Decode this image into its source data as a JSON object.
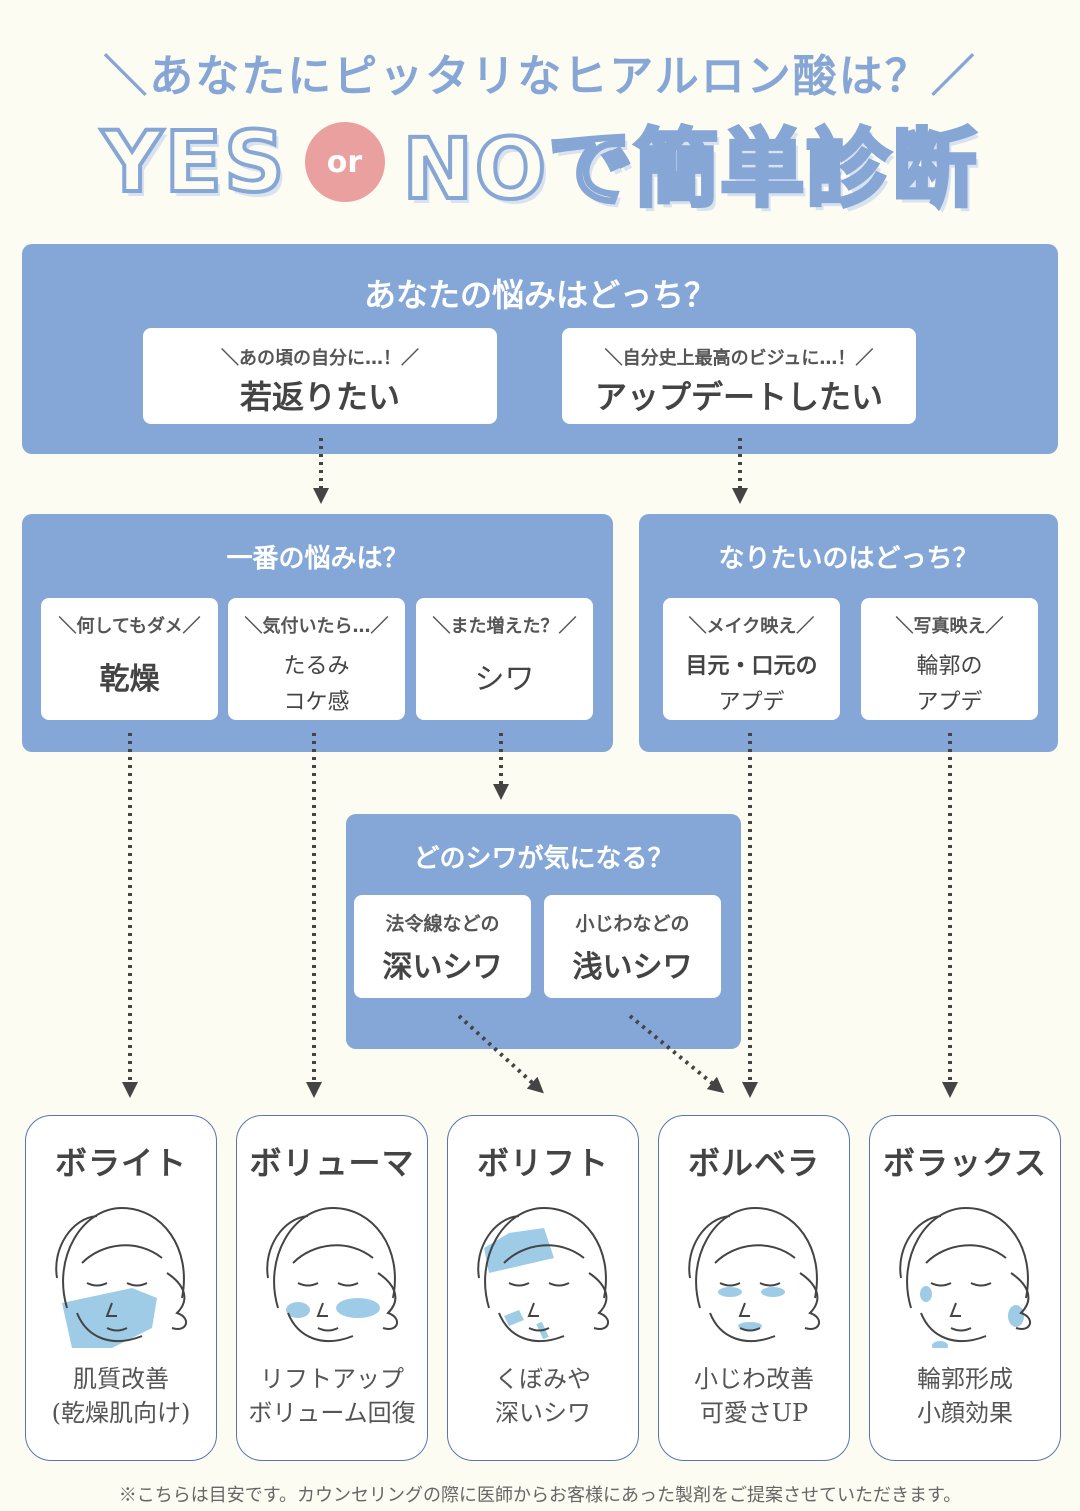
{
  "header": {
    "subtitle": "＼あなたにピッタリなヒアルロン酸は？／",
    "yes": "YES",
    "or": "or",
    "no_title": "NOで簡単診断"
  },
  "q1": {
    "title": "あなたの悩みはどっち？",
    "options": [
      {
        "tag": "＼あの頃の自分に…！／",
        "label": "若返りたい"
      },
      {
        "tag": "＼自分史上最高のビジュに…！／",
        "label": "アップデートしたい"
      }
    ]
  },
  "q2": {
    "title": "一番の悩みは？",
    "options": [
      {
        "tag": "＼何してもダメ／",
        "label": "乾燥"
      },
      {
        "tag": "＼気付いたら…／",
        "line1": "たるみ",
        "line2": "コケ感"
      },
      {
        "tag": "＼また増えた？／",
        "label": "シワ"
      }
    ]
  },
  "q3": {
    "title": "なりたいのはどっち？",
    "options": [
      {
        "tag": "＼メイク映え／",
        "line1": "目元・口元の",
        "line2": "アプデ"
      },
      {
        "tag": "＼写真映え／",
        "line1": "輪郭の",
        "line2": "アプデ"
      }
    ]
  },
  "q4": {
    "title": "どのシワが気になる？",
    "options": [
      {
        "tag": "法令線などの",
        "label": "深いシワ"
      },
      {
        "tag": "小じわなどの",
        "label": "浅いシワ"
      }
    ]
  },
  "results": [
    {
      "name": "ボライト",
      "line1": "肌質改善",
      "line2": "(乾燥肌向け)"
    },
    {
      "name": "ボリューマ",
      "line1": "リフトアップ",
      "line2": "ボリューム回復"
    },
    {
      "name": "ボリフト",
      "line1": "くぼみや",
      "line2": "深いシワ"
    },
    {
      "name": "ボルベラ",
      "line1": "小じわ改善",
      "line2": "可愛さUP"
    },
    {
      "name": "ボラックス",
      "line1": "輪郭形成",
      "line2": "小顔効果"
    }
  ],
  "footnote": "※こちらは目安です。カウンセリングの際に医師からお客様にあった製剤をご提案させていただきます。",
  "colors": {
    "panel": "#85a7d8",
    "background": "#fdfcf2",
    "accent_pink": "#eba0a0",
    "highlight": "#9ecbe6",
    "arrow": "#444444"
  },
  "icons": {
    "face": "face-illustration-icon"
  }
}
